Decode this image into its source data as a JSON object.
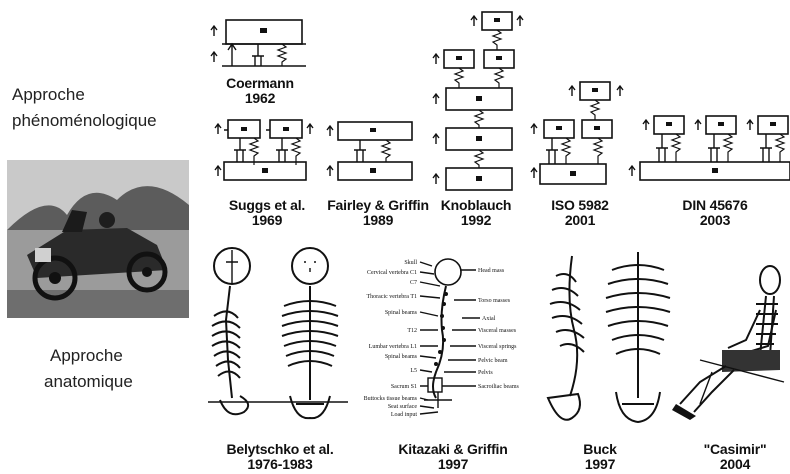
{
  "approaches": {
    "phenomenological": [
      "Approche",
      "phénoménologique"
    ],
    "anatomical": [
      "Approche",
      "anatomique"
    ]
  },
  "phenomenological_models": [
    {
      "name": "Coermann",
      "year": "1962"
    },
    {
      "name": "Suggs et al.",
      "year": "1969"
    },
    {
      "name": "Fairley & Griffin",
      "year": "1989"
    },
    {
      "name": "Knoblauch",
      "year": "1992"
    },
    {
      "name": "ISO 5982",
      "year": "2001"
    },
    {
      "name": "DIN 45676",
      "year": "2003"
    }
  ],
  "anatomical_models": [
    {
      "name": "Belytschko et al.",
      "year": "1976-1983"
    },
    {
      "name": "Kitazaki & Griffin",
      "year": "1997"
    },
    {
      "name": "Buck",
      "year": "1997"
    },
    {
      "name": "\"Casimir\"",
      "year": "2004"
    }
  ],
  "kitazaki_labels": {
    "left": [
      "Skull",
      "Cervical vertebra C1",
      "C7",
      "Thoracic vertebra T1",
      "Spinal beams",
      "T12",
      "Lumbar vertebra L1",
      "Spinal beams",
      "L5",
      "Sacrum S1",
      "Buttocks tissue beams",
      "Seat surface",
      "Load input"
    ],
    "right": [
      "Head mass",
      "Torso masses",
      "Axial",
      "Visceral masses",
      "Visceral springs",
      "Pelvic beam",
      "Pelvis",
      "Sacroiliac beams"
    ]
  }
}
